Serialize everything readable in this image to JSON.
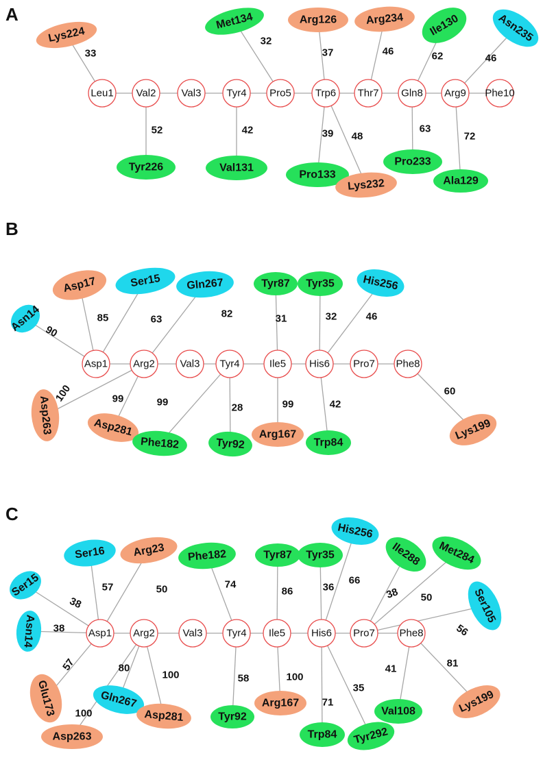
{
  "colors": {
    "orange": "#f4a27a",
    "green": "#26e05a",
    "cyan": "#1fd7ec",
    "node_stroke": "#e84b4b",
    "edge": "#a6a6a6"
  },
  "panels": [
    {
      "label": "A",
      "peptide": [
        "Leu1",
        "Val2",
        "Val3",
        "Tyr4",
        "Pro5",
        "Trp6",
        "Thr7",
        "Gln8",
        "Arg9",
        "Phe10"
      ],
      "contacts": [
        {
          "res": "Lys224",
          "color": "orange",
          "to": "Leu1",
          "w": "33"
        },
        {
          "res": "Met134",
          "color": "green",
          "to": "Pro5",
          "w": "32"
        },
        {
          "res": "Arg126",
          "color": "orange",
          "to": "Trp6",
          "w": "37"
        },
        {
          "res": "Arg234",
          "color": "orange",
          "to": "Thr7",
          "w": "46"
        },
        {
          "res": "Ile130",
          "color": "green",
          "to": "Gln8",
          "w": "62"
        },
        {
          "res": "Asn235",
          "color": "cyan",
          "to": "Arg9",
          "w": "46"
        },
        {
          "res": "Tyr226",
          "color": "green",
          "to": "Val2",
          "w": "52"
        },
        {
          "res": "Val131",
          "color": "green",
          "to": "Tyr4",
          "w": "42"
        },
        {
          "res": "Pro133",
          "color": "green",
          "to": "Trp6",
          "w": "39"
        },
        {
          "res": "Lys232",
          "color": "orange",
          "to": "Trp6",
          "w": "48"
        },
        {
          "res": "Pro233",
          "color": "green",
          "to": "Gln8",
          "w": "63"
        },
        {
          "res": "Ala129",
          "color": "green",
          "to": "Arg9",
          "w": "72"
        }
      ]
    },
    {
      "label": "B",
      "peptide": [
        "Asp1",
        "Arg2",
        "Val3",
        "Tyr4",
        "Ile5",
        "His6",
        "Pro7",
        "Phe8"
      ],
      "contacts": [
        {
          "res": "Asp17",
          "color": "orange",
          "to": "Asp1",
          "w": "85"
        },
        {
          "res": "Ser15",
          "color": "cyan",
          "to": "Asp1",
          "w": "63"
        },
        {
          "res": "Asn14",
          "color": "cyan",
          "to": "Asp1",
          "w": "90"
        },
        {
          "res": "Asp263",
          "color": "orange",
          "to": "Arg2",
          "w": "100"
        },
        {
          "res": "Gln267",
          "color": "cyan",
          "to": "Arg2",
          "w": "82"
        },
        {
          "res": "Asp281",
          "color": "orange",
          "to": "Arg2",
          "w": "99"
        },
        {
          "res": "Phe182",
          "color": "green",
          "to": "Tyr4",
          "w": "99"
        },
        {
          "res": "Tyr92",
          "color": "green",
          "to": "Tyr4",
          "w": "28"
        },
        {
          "res": "Tyr87",
          "color": "green",
          "to": "Ile5",
          "w": "31"
        },
        {
          "res": "Arg167",
          "color": "orange",
          "to": "Ile5",
          "w": "99"
        },
        {
          "res": "Tyr35",
          "color": "green",
          "to": "His6",
          "w": "32"
        },
        {
          "res": "His256",
          "color": "cyan",
          "to": "His6",
          "w": "46"
        },
        {
          "res": "Trp84",
          "color": "green",
          "to": "His6",
          "w": "42"
        },
        {
          "res": "Lys199",
          "color": "orange",
          "to": "Phe8",
          "w": "60"
        }
      ]
    },
    {
      "label": "C",
      "peptide": [
        "Asp1",
        "Arg2",
        "Val3",
        "Tyr4",
        "Ile5",
        "His6",
        "Pro7",
        "Phe8"
      ],
      "contacts": [
        {
          "res": "Ser16",
          "color": "cyan",
          "to": "Asp1",
          "w": "57"
        },
        {
          "res": "Ser15",
          "color": "cyan",
          "to": "Asp1",
          "w": "38"
        },
        {
          "res": "Arg23",
          "color": "orange",
          "to": "Asp1",
          "w": "50"
        },
        {
          "res": "Asn14",
          "color": "cyan",
          "to": "Asp1",
          "w": "38"
        },
        {
          "res": "Glu173",
          "color": "orange",
          "to": "Asp1",
          "w": "57"
        },
        {
          "res": "Asp263",
          "color": "orange",
          "to": "Arg2",
          "w": "100"
        },
        {
          "res": "Gln267",
          "color": "cyan",
          "to": "Arg2",
          "w": "80"
        },
        {
          "res": "Asp281",
          "color": "orange",
          "to": "Arg2",
          "w": "100"
        },
        {
          "res": "Phe182",
          "color": "green",
          "to": "Tyr4",
          "w": "74"
        },
        {
          "res": "Tyr92",
          "color": "green",
          "to": "Tyr4",
          "w": "58"
        },
        {
          "res": "Tyr87",
          "color": "green",
          "to": "Ile5",
          "w": "86"
        },
        {
          "res": "Arg167",
          "color": "orange",
          "to": "Ile5",
          "w": "100"
        },
        {
          "res": "Tyr35",
          "color": "green",
          "to": "His6",
          "w": "36"
        },
        {
          "res": "His256",
          "color": "cyan",
          "to": "His6",
          "w": "66"
        },
        {
          "res": "Trp84",
          "color": "green",
          "to": "His6",
          "w": "71"
        },
        {
          "res": "Tyr292",
          "color": "green",
          "to": "His6",
          "w": "35"
        },
        {
          "res": "Ile288",
          "color": "green",
          "to": "Pro7",
          "w": "38"
        },
        {
          "res": "Met284",
          "color": "green",
          "to": "Pro7",
          "w": "50"
        },
        {
          "res": "Ser105",
          "color": "cyan",
          "to": "Pro7",
          "w": "56"
        },
        {
          "res": "Val108",
          "color": "green",
          "to": "Phe8",
          "w": "41"
        },
        {
          "res": "Lys199",
          "color": "orange",
          "to": "Phe8",
          "w": "81"
        }
      ]
    }
  ]
}
